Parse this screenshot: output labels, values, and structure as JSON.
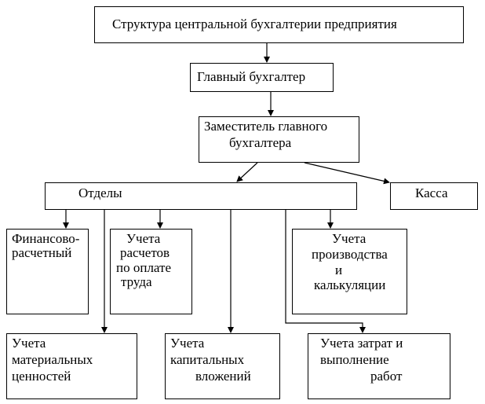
{
  "diagram": {
    "title": "Структура центральной бухгалтерии предприятия",
    "nodes": {
      "chief": "Главный бухгалтер",
      "deputy_line1": "Заместитель главного",
      "deputy_line2": "бухгалтера",
      "departments": "Отделы",
      "cashdesk": "Касса",
      "finance_line1": "Финансово-",
      "finance_line2": "расчетный",
      "payroll_line1": "Учета",
      "payroll_line2": "расчетов",
      "payroll_line3": "по оплате",
      "payroll_line4": "труда",
      "production_line1": "Учета",
      "production_line2": "производства",
      "production_line3": "и",
      "production_line4": "калькуляции",
      "materials_line1": "Учета",
      "materials_line2": "материальных",
      "materials_line3": "ценностей",
      "capital_line1": "Учета",
      "capital_line2": "капитальных",
      "capital_line3": "вложений",
      "costs_line1": "Учета затрат и",
      "costs_line2": "выполнение",
      "costs_line3": "работ"
    },
    "edges": [
      {
        "from": "title",
        "to": "chief"
      },
      {
        "from": "chief",
        "to": "deputy"
      },
      {
        "from": "deputy",
        "to": "departments"
      },
      {
        "from": "deputy",
        "to": "cashdesk"
      },
      {
        "from": "departments",
        "to": "finance"
      },
      {
        "from": "departments",
        "to": "payroll"
      },
      {
        "from": "departments",
        "to": "production"
      },
      {
        "from": "departments",
        "to": "materials"
      },
      {
        "from": "departments",
        "to": "capital"
      },
      {
        "from": "departments",
        "to": "costs"
      }
    ]
  }
}
